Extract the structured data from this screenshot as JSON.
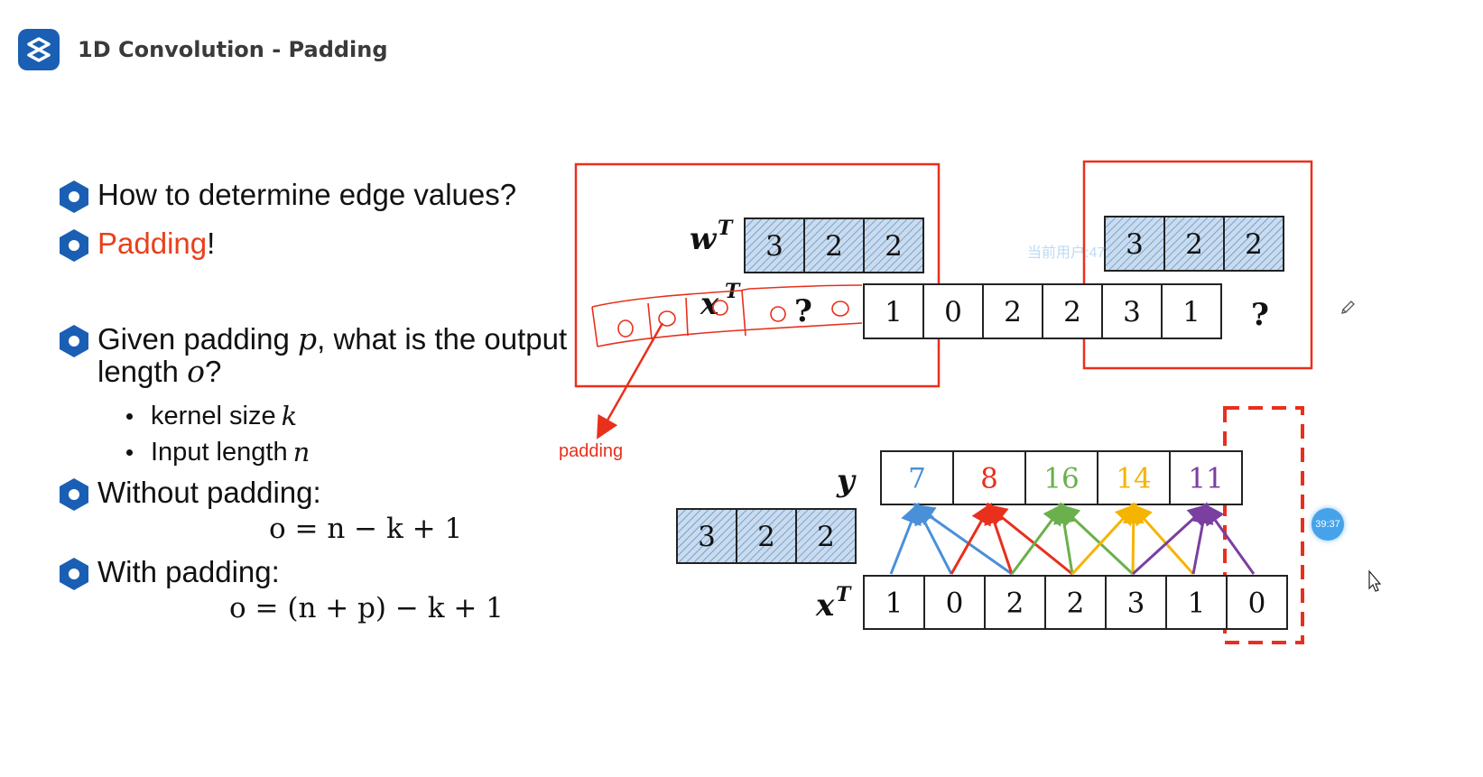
{
  "header": {
    "title": "1D Convolution - Padding"
  },
  "bullets": {
    "q1": "How to determine edge values?",
    "q2": "Padding",
    "q2_suffix": "!",
    "q3_line1_a": "Given padding ",
    "q3_var_p": "p",
    "q3_line1_b": ", what is the output",
    "q3_line2_a": "length ",
    "q3_var_o": "o",
    "q3_line2_b": "?",
    "sub1_text": "kernel size ",
    "sub1_var": "k",
    "sub2_text": "Input length ",
    "sub2_var": "n",
    "q4": "Without padding:",
    "f1": "o = n − k + 1",
    "q5": "With padding:",
    "f2": "o = (n + p) − k + 1"
  },
  "annotations": {
    "padding_label": "padding",
    "timer": "39:37",
    "watermark": "当前用户:47"
  },
  "diagram": {
    "w_label": "w",
    "x_label": "x",
    "y_label": "y",
    "sup_T": "T",
    "kernel": [
      "3",
      "2",
      "2"
    ],
    "input_top": [
      "1",
      "0",
      "2",
      "2",
      "3",
      "1"
    ],
    "unknown": "?",
    "input_bottom": [
      "1",
      "0",
      "2",
      "2",
      "3",
      "1",
      "0"
    ],
    "output": [
      "7",
      "8",
      "16",
      "14",
      "11"
    ],
    "output_colors": [
      "#4a90d9",
      "#e8301c",
      "#6ab04c",
      "#f5b400",
      "#7a3fa0"
    ],
    "handwritten_pad": "0"
  }
}
